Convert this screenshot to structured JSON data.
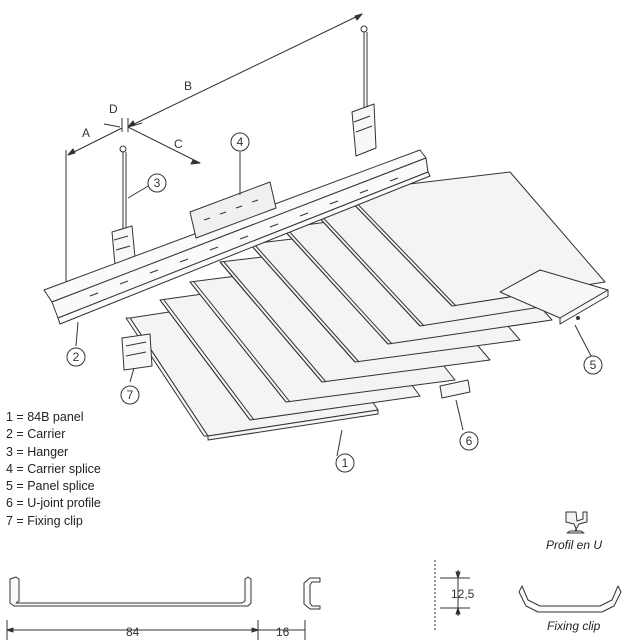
{
  "dimensions": {
    "a": "A",
    "b": "B",
    "c": "C",
    "d": "D",
    "panel_width": "84",
    "gap": "16",
    "height": "12,5"
  },
  "callouts": [
    "1",
    "2",
    "3",
    "4",
    "5",
    "6",
    "7"
  ],
  "legend": [
    "1 = 84B panel",
    "2 = Carrier",
    "3 = Hanger",
    "4 = Carrier splice",
    "5 = Panel splice",
    "6 = U-joint profile",
    "7 = Fixing clip"
  ],
  "captions": {
    "profil_en_u": "Profil en U",
    "fixing_clip": "Fixing clip"
  },
  "colors": {
    "line": "#333333",
    "panel_fill": "#f4f4f4",
    "background": "#ffffff"
  }
}
